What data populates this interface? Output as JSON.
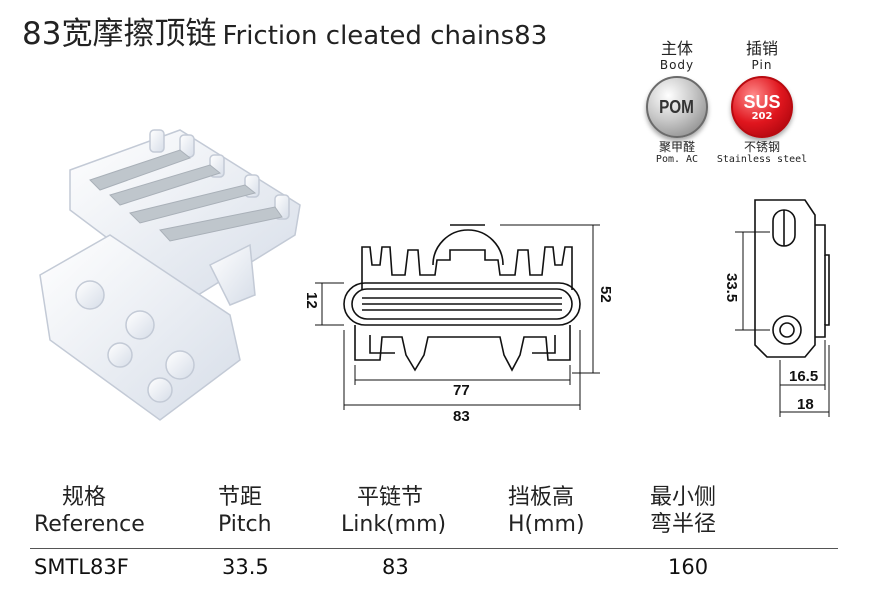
{
  "title": {
    "zh": "83宽摩擦顶链",
    "en": "Friction cleated chains83"
  },
  "materials": {
    "body": {
      "label_zh": "主体",
      "label_en": "Body",
      "badge": "POM",
      "name_zh": "聚甲醛",
      "name_en": "Pom. AC",
      "color": "#9a9a9a"
    },
    "pin": {
      "label_zh": "插销",
      "label_en": "Pin",
      "badge_top": "SUS",
      "badge_bottom": "202",
      "name_zh": "不锈钢",
      "name_en": "Stainless steel",
      "color": "#e0161e"
    }
  },
  "dimensions": {
    "front": {
      "height_small": "12",
      "height_total": "52",
      "width_inner": "77",
      "width_total": "83"
    },
    "side": {
      "pitch": "33.5",
      "width_inner": "16.5",
      "width_total": "18"
    }
  },
  "table": {
    "headers": [
      {
        "zh": "规格",
        "en": "Reference"
      },
      {
        "zh": "节距",
        "en": "Pitch"
      },
      {
        "zh": "平链节",
        "en": "Link(mm)"
      },
      {
        "zh": "挡板高",
        "en": "H(mm)"
      },
      {
        "zh": "最小侧",
        "en": "弯半径"
      }
    ],
    "rows": [
      [
        "SMTL83F",
        "33.5",
        "83",
        "",
        "160"
      ]
    ]
  }
}
